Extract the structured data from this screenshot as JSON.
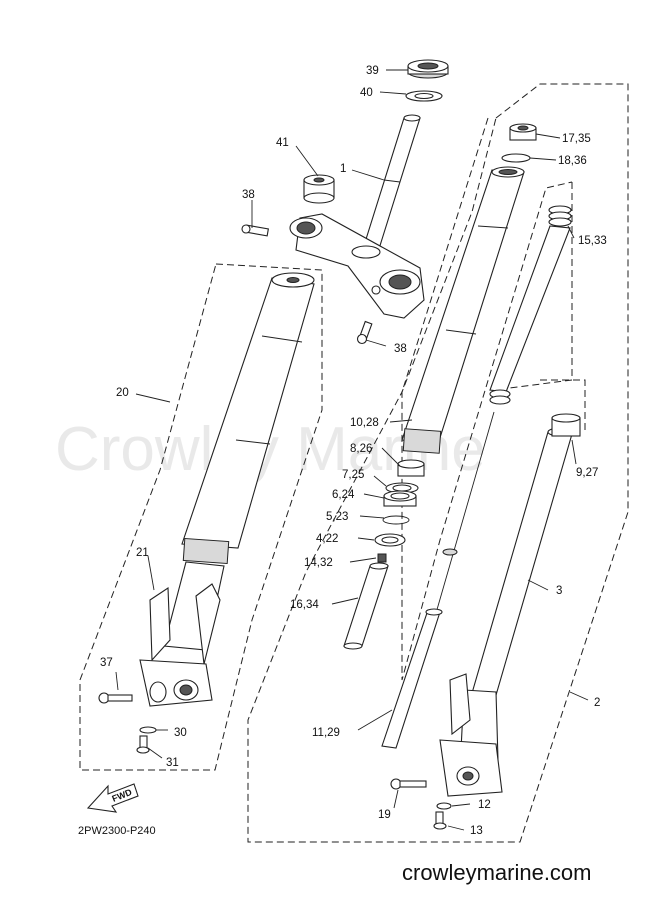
{
  "watermark": "Crowley Marine",
  "site": "crowleymarine.com",
  "diagram_code": "2PW2300-P240",
  "fwd_label": "FWD",
  "callouts": {
    "c39": "39",
    "c40": "40",
    "c41": "41",
    "c1": "1",
    "c38a": "38",
    "c38b": "38",
    "c17_35": "17,35",
    "c18_36": "18,36",
    "c15_33": "15,33",
    "c20": "20",
    "c10_28": "10,28",
    "c8_26": "8,26",
    "c7_25": "7,25",
    "c6_24": "6,24",
    "c5_23": "5,23",
    "c4_22": "4,22",
    "c14_32": "14,32",
    "c16_34": "16,34",
    "c21": "21",
    "c9_27": "9,27",
    "c3": "3",
    "c37": "37",
    "c30": "30",
    "c31": "31",
    "c11_29": "11,29",
    "c2": "2",
    "c12": "12",
    "c19": "19",
    "c13": "13"
  }
}
